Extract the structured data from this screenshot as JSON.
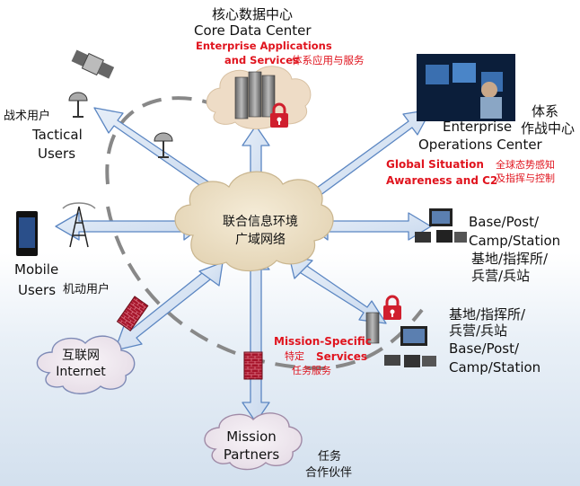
{
  "core": {
    "title_cn": "核心数据中心",
    "title_en": "Core Data Center",
    "services_en_1": "Enterprise Applications",
    "services_en_2": "and Services",
    "services_cn": "体系应用与服务"
  },
  "tactical": {
    "cn": "战术用户",
    "en_1": "Tactical",
    "en_2": "Users"
  },
  "operations": {
    "en_1": "Enterprise",
    "en_2": "Operations Center",
    "cn_1": "体系",
    "cn_2": "作战中心",
    "awareness_en_1": "Global Situation",
    "awareness_en_2": "Awareness and C2",
    "awareness_cn_1": "全球态势感知",
    "awareness_cn_2": "及指挥与控制"
  },
  "hub": {
    "cn_1": "联合信息环境",
    "cn_2": "广域网络"
  },
  "base_top": {
    "en_1": "Base/Post/",
    "en_2": "Camp/Station",
    "cn_1": "基地/指挥所/",
    "cn_2": "兵营/兵站"
  },
  "mobile": {
    "en_1": "Mobile",
    "en_2": "Users",
    "cn": "机动用户"
  },
  "base_bottom": {
    "cn_1": "基地/指挥所/",
    "cn_2": "兵营/兵站",
    "en_1": "Base/Post/",
    "en_2": "Camp/Station"
  },
  "mission_services": {
    "en_1": "Mission-Specific",
    "cn_1": "特定",
    "en_2": "Services",
    "cn_2": "任务服务"
  },
  "internet": {
    "cn": "互联网",
    "en": "Internet"
  },
  "partners": {
    "en_1": "Mission",
    "en_2": "Partners",
    "cn_1": "任务",
    "cn_2": "合作伙伴"
  },
  "colors": {
    "arrow_fill": "#dbe7f5",
    "arrow_stroke": "#5b86c2",
    "cloud_hub": "#eee2c9",
    "cloud_small": "#f3edf3",
    "firewall": "#a6142a",
    "lock": "#d01f2e",
    "label_red": "#e0141e"
  }
}
